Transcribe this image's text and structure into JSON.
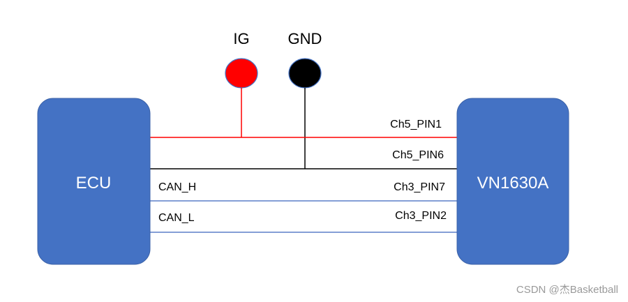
{
  "diagram": {
    "power": {
      "ig_label": "IG",
      "gnd_label": "GND",
      "ig_color": "#ff0000",
      "gnd_color": "#000000"
    },
    "ecu": {
      "label": "ECU",
      "color": "#4472c4"
    },
    "device": {
      "label": "VN1630A",
      "color": "#4472c4"
    },
    "wires": [
      {
        "name": "ig",
        "color": "#ff0000",
        "left_label": "",
        "right_label": "Ch5_PIN1"
      },
      {
        "name": "gnd",
        "color": "#000000",
        "left_label": "",
        "right_label": "Ch5_PIN6"
      },
      {
        "name": "can-h",
        "color": "#5b7fc8",
        "left_label": "CAN_H",
        "right_label": "Ch3_PIN7"
      },
      {
        "name": "can-l",
        "color": "#5b7fc8",
        "left_label": "CAN_L",
        "right_label": "Ch3_PIN2"
      }
    ]
  },
  "watermark": "CSDN @杰Basketball"
}
